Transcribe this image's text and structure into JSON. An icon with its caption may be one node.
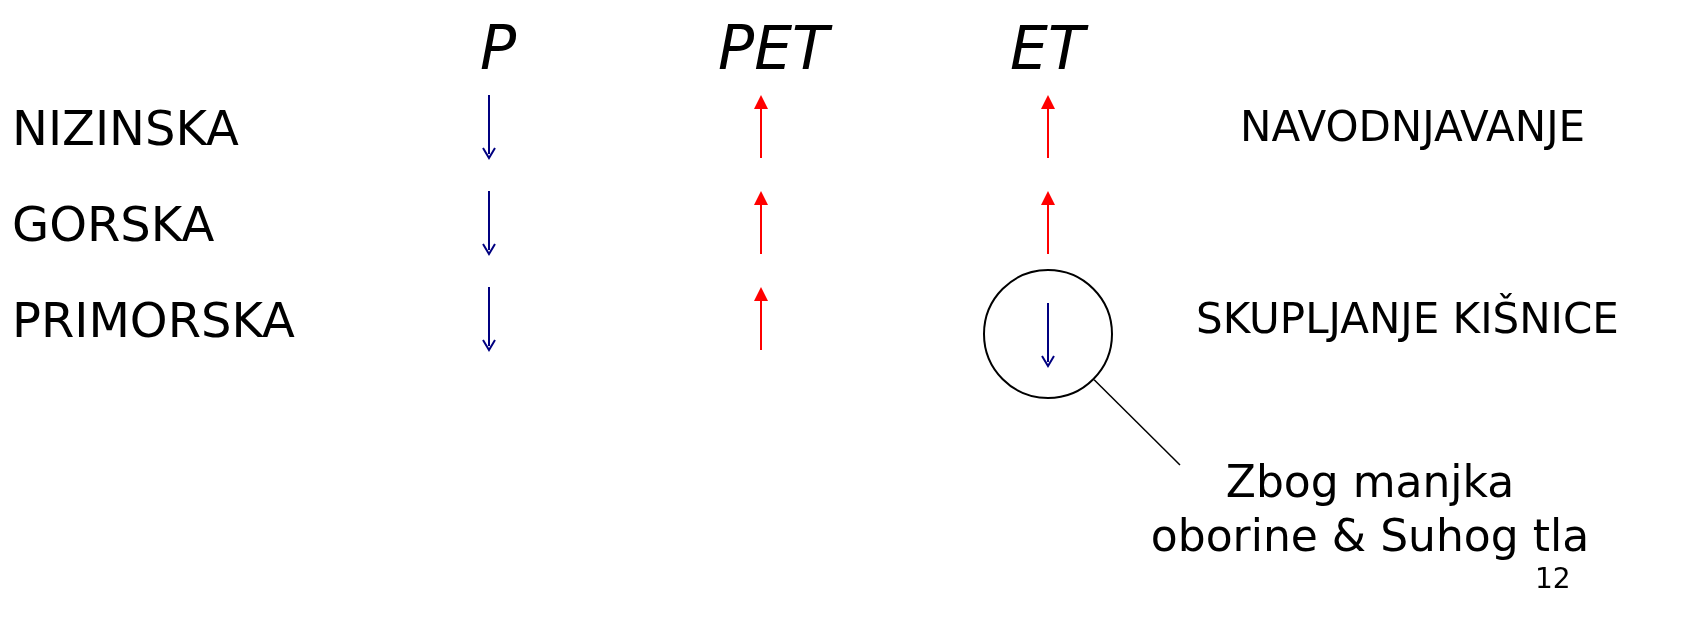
{
  "diagram": {
    "nodes": [
      {
        "text": [],
        "shape": "circle"
      },
      {
        "text": [
          "Zbog manjka oborine & Suhog tla"
        ]
      }
    ],
    "edges": [
      {
        "from": 1,
        "to": 0,
        "arrow": "none"
      }
    ],
    "labels": [
      "P",
      "PET",
      "ET",
      "NIZINSKA",
      "NAVODNJAVANJE",
      "GORSKA",
      "PRIMORSKA",
      "SKUPLJANJE KIŠNICE",
      "12"
    ]
  }
}
